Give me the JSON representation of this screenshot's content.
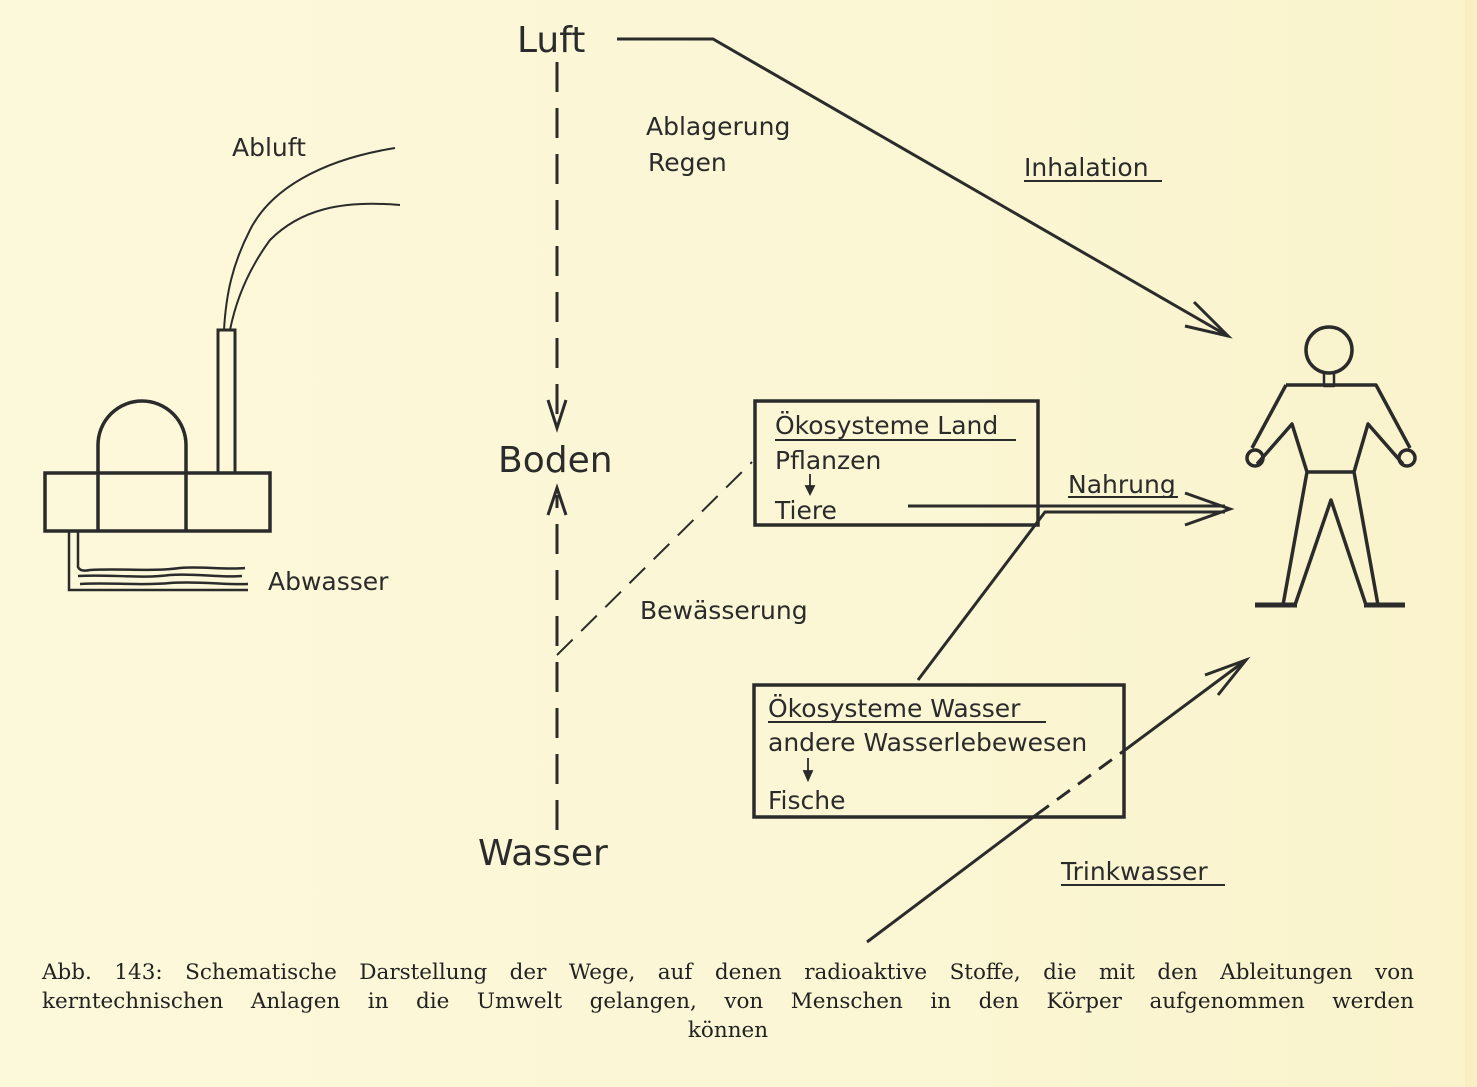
{
  "figure": {
    "nodes": {
      "luft": "Luft",
      "boden": "Boden",
      "wasser": "Wasser"
    },
    "plant": {
      "abluft": "Abluft",
      "abwasser": "Abwasser"
    },
    "pathways": {
      "ablagerung": "Ablagerung",
      "regen": "Regen",
      "inhalation": "Inhalation",
      "bewaesserung": "Bewässerung",
      "nahrung": "Nahrung",
      "trinkwasser": "Trinkwasser"
    },
    "box_land": {
      "title": "Ökosysteme Land",
      "item1": "Pflanzen",
      "item2": "Tiere"
    },
    "box_wasser": {
      "title": "Ökosysteme Wasser",
      "item1": "andere Wasserlebewesen",
      "item2": "Fische"
    },
    "colors": {
      "paper": "#fbf7d6",
      "ink": "#2b2b2b"
    }
  },
  "caption": {
    "line1": "Abb. 143: Schematische Darstellung der Wege, auf denen radioaktive Stoffe, die mit den Ableitungen von",
    "line2": "kerntechnischen Anlagen in die Umwelt gelangen, von Menschen in den Körper aufgenommen werden",
    "line3": "können"
  }
}
